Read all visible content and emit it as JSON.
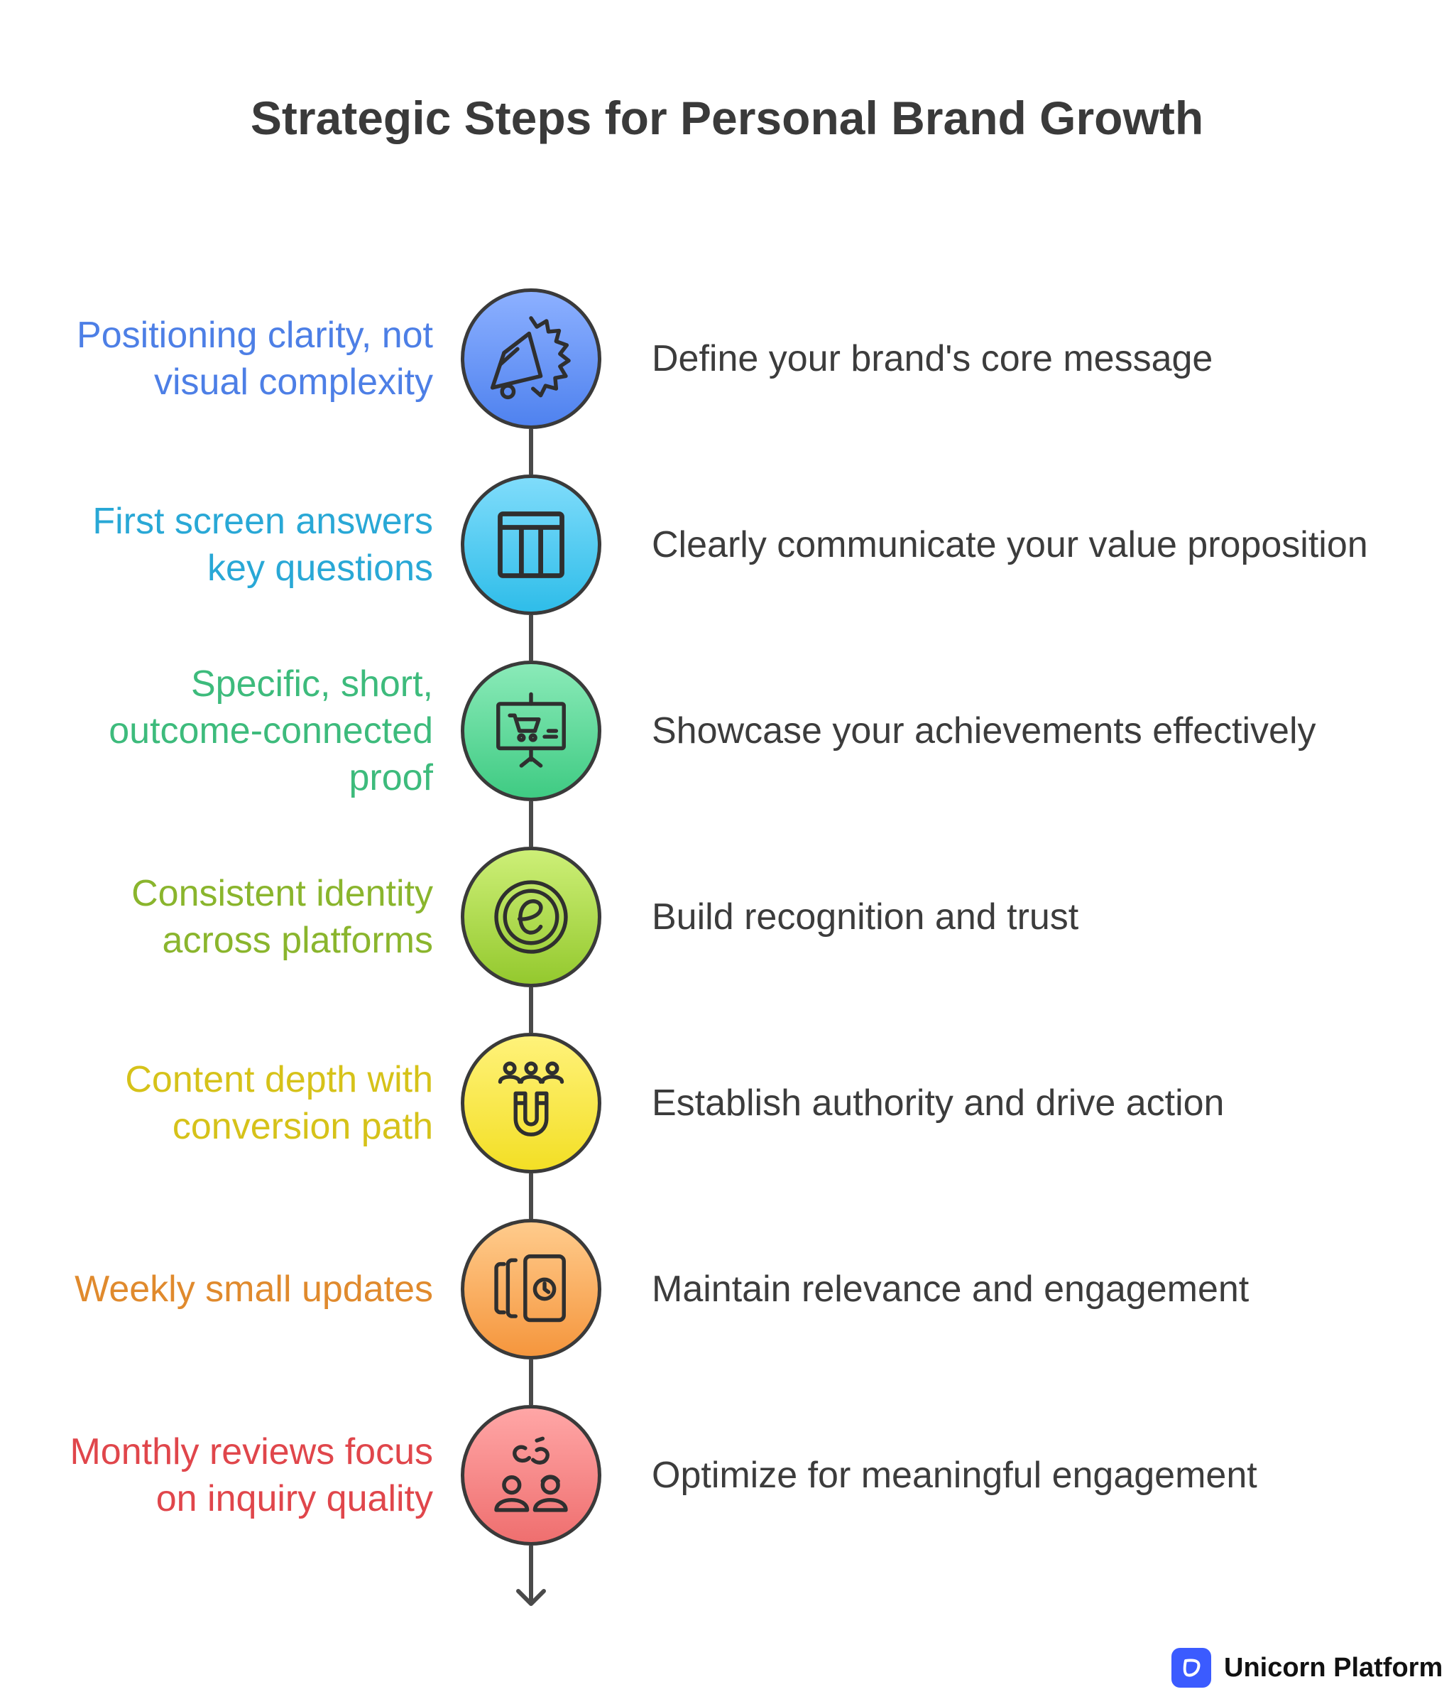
{
  "title": "Strategic Steps for Personal Brand Growth",
  "steps": [
    {
      "left_lines": [
        "Positioning clarity, not",
        "visual complexity"
      ],
      "right": "Define your brand's core message",
      "icon": "megaphone-burst-icon",
      "color": "#4d7fe6",
      "fill_top": "#8cb0ff",
      "fill_bottom": "#4f82ef"
    },
    {
      "left_lines": [
        "First screen answers",
        "key questions"
      ],
      "right": "Clearly communicate your value proposition",
      "icon": "layout-columns-icon",
      "color": "#29a8d6",
      "fill_top": "#7fdcfb",
      "fill_bottom": "#2fbde9"
    },
    {
      "left_lines": [
        "Specific, short,",
        "outcome-connected",
        "proof"
      ],
      "right": "Showcase your achievements effectively",
      "icon": "presentation-cart-icon",
      "color": "#3dbb7c",
      "fill_top": "#8aeab8",
      "fill_bottom": "#3fcb83"
    },
    {
      "left_lines": [
        "Consistent identity",
        "across platforms"
      ],
      "right": "Build recognition and trust",
      "icon": "emblem-e-icon",
      "color": "#8ab52d",
      "fill_top": "#cdef77",
      "fill_bottom": "#94c92e"
    },
    {
      "left_lines": [
        "Content depth with",
        "conversion path"
      ],
      "right": "Establish authority and drive action",
      "icon": "magnet-people-icon",
      "color": "#d6c219",
      "fill_top": "#fff27a",
      "fill_bottom": "#f3df25"
    },
    {
      "left_lines": [
        "Weekly small updates"
      ],
      "right": "Maintain relevance and engagement",
      "icon": "calendar-clock-icon",
      "color": "#e08a2d",
      "fill_top": "#ffcb8c",
      "fill_bottom": "#f5963d"
    },
    {
      "left_lines": [
        "Monthly reviews focus",
        "on inquiry quality"
      ],
      "right": "Optimize for meaningful engagement",
      "icon": "people-link-icon",
      "color": "#e0464b",
      "fill_top": "#ffa6a6",
      "fill_bottom": "#ef6f6f"
    }
  ],
  "brand": {
    "name": "Unicorn Platform",
    "icon": "unicorn-logo-icon",
    "color": "#3b5bff"
  }
}
